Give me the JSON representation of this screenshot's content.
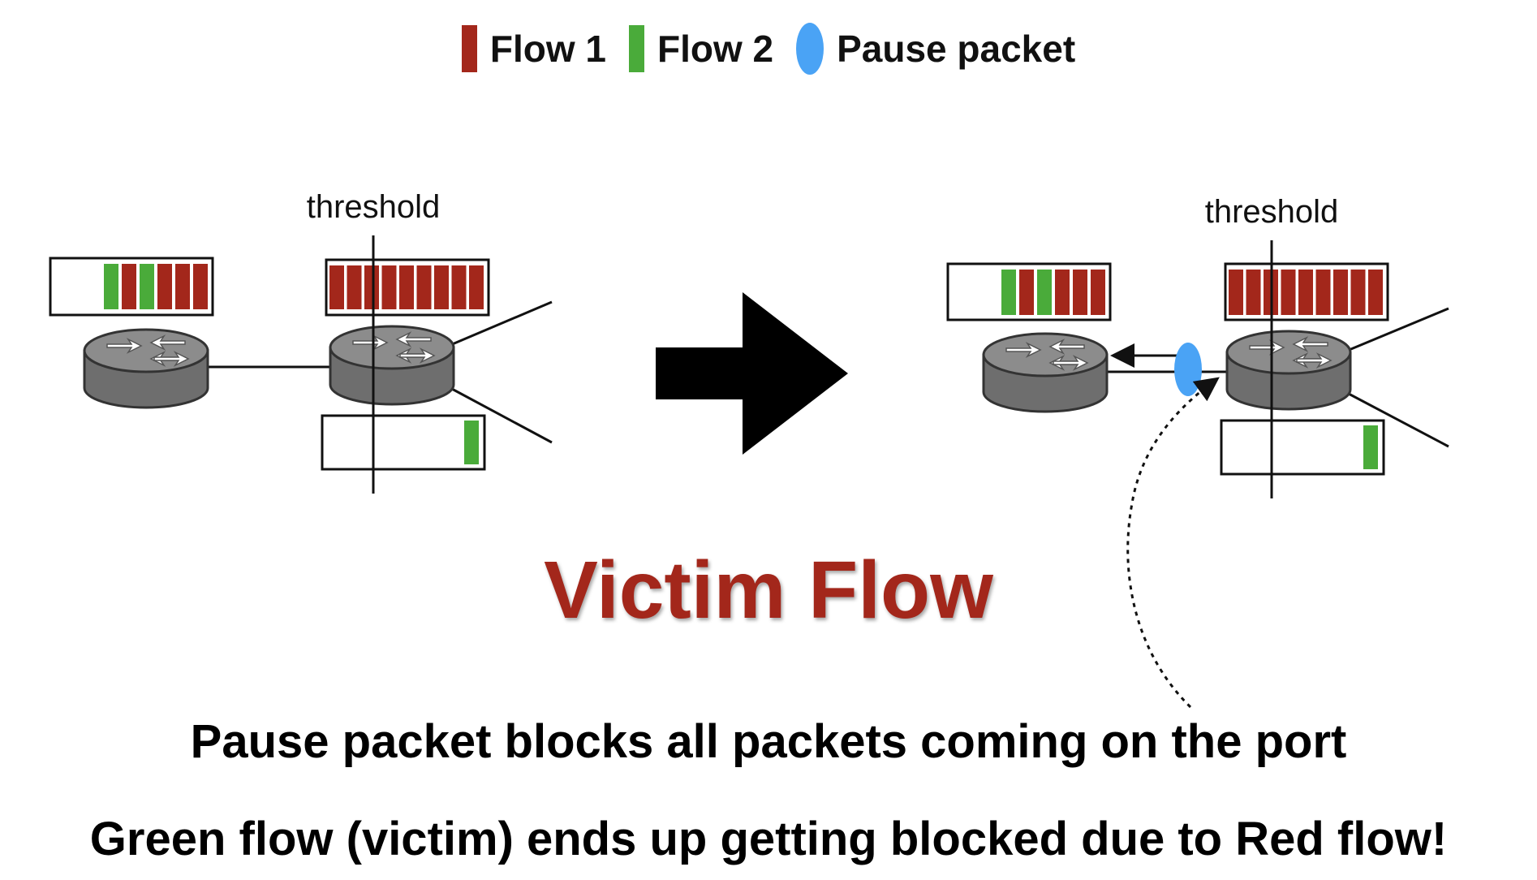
{
  "legend": {
    "flow1": "Flow 1",
    "flow2": "Flow 2",
    "pause": "Pause packet"
  },
  "labels": {
    "threshold_left": "threshold",
    "threshold_right": "threshold"
  },
  "title": "Victim Flow",
  "captions": {
    "line1": "Pause packet blocks all packets coming on the port",
    "line2": "Green flow (victim) ends up getting blocked due to Red flow!"
  },
  "colors": {
    "flow1": "#a3271b",
    "flow2": "#4aab3a",
    "pause": "#4aa3f5",
    "title": "#a3271b",
    "router_top": "#8c8c8c",
    "router_side": "#6e6e6e"
  },
  "queues": {
    "left_router1": [
      "green",
      "red",
      "green",
      "red",
      "red",
      "red"
    ],
    "left_router2_top": [
      "red",
      "red",
      "red",
      "red",
      "red",
      "red",
      "red",
      "red",
      "red"
    ],
    "left_router2_bottom": [
      "green"
    ],
    "right_router1": [
      "green",
      "red",
      "green",
      "red",
      "red",
      "red"
    ],
    "right_router2_top": [
      "red",
      "red",
      "red",
      "red",
      "red",
      "red",
      "red",
      "red",
      "red"
    ],
    "right_router2_bottom": [
      "green"
    ]
  }
}
